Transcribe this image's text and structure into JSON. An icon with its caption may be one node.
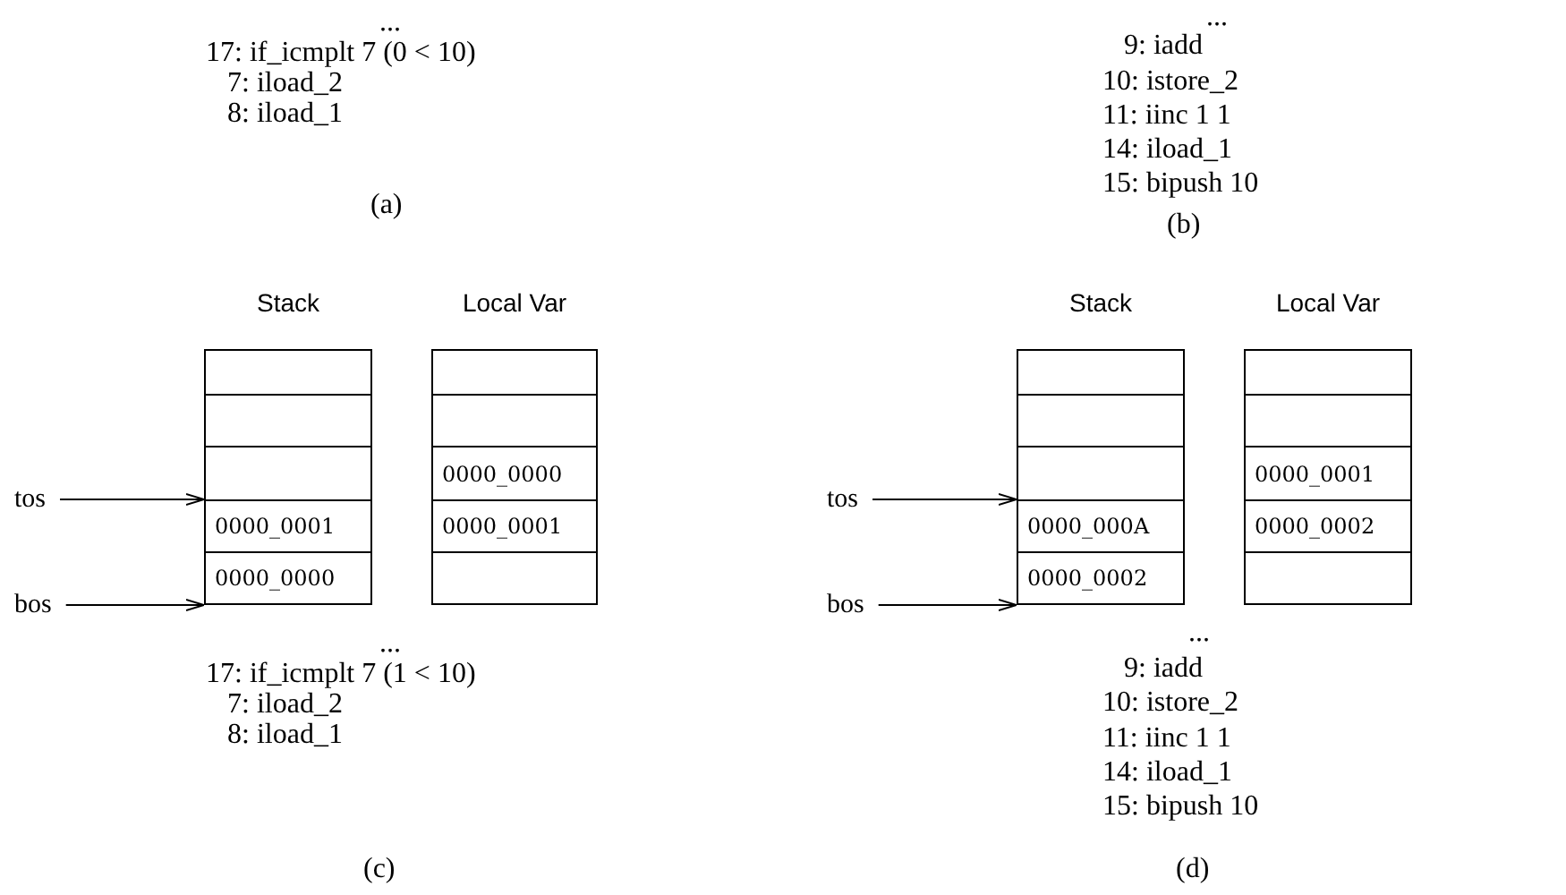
{
  "diagram": {
    "nodes": [
      {
        "text": [
          "Stack"
        ]
      },
      {
        "text": [],
        "shape": "box",
        "in": 0
      },
      {
        "text": [],
        "shape": "box",
        "in": 0
      },
      {
        "text": [],
        "shape": "box",
        "in": 0
      },
      {
        "text": [
          "0000_0001"
        ],
        "in": 0
      },
      {
        "text": [
          "0000_0000"
        ],
        "in": 0
      },
      {
        "text": [
          "Local Var"
        ]
      },
      {
        "text": [],
        "shape": "box",
        "in": 6
      },
      {
        "text": [],
        "shape": "box",
        "in": 6
      },
      {
        "text": [
          "0000_0000"
        ],
        "in": 6
      },
      {
        "text": [
          "0000_0001"
        ],
        "in": 6
      },
      {
        "text": [],
        "shape": "box",
        "in": 6
      },
      {
        "text": [
          "tos"
        ]
      },
      {
        "text": [
          "bos"
        ]
      },
      {
        "text": [
          "Stack"
        ]
      },
      {
        "text": [],
        "shape": "box",
        "in": 14
      },
      {
        "text": [],
        "shape": "box",
        "in": 14
      },
      {
        "text": [],
        "shape": "box",
        "in": 14
      },
      {
        "text": [
          "0000_000A"
        ],
        "in": 14
      },
      {
        "text": [
          "0000_0002"
        ],
        "in": 14
      },
      {
        "text": [
          "Local Var"
        ]
      },
      {
        "text": [],
        "shape": "box",
        "in": 20
      },
      {
        "text": [],
        "shape": "box",
        "in": 20
      },
      {
        "text": [
          "0000_0001"
        ],
        "in": 20
      },
      {
        "text": [
          "0000_0002"
        ],
        "in": 20
      },
      {
        "text": [],
        "shape": "box",
        "in": 20
      },
      {
        "text": [
          "tos"
        ]
      },
      {
        "text": [
          "bos"
        ]
      }
    ],
    "edges": [
      {
        "from": 12,
        "to": 0,
        "arrow": "to"
      },
      {
        "from": 13,
        "to": 0,
        "arrow": "to"
      },
      {
        "from": 26,
        "to": 14,
        "arrow": "to"
      },
      {
        "from": 27,
        "to": 14,
        "arrow": "to"
      }
    ],
    "labels": [
      "...",
      "17: if_icmplt 7 (0 < 10)",
      "7: iload_2",
      "8: iload_1",
      "(a)",
      "...",
      "9: iadd",
      "10: istore_2",
      "11: iinc 1 1",
      "14: iload_1",
      "15: bipush 10",
      "(b)",
      "...",
      "17: if_icmplt 7 (1 < 10)",
      "7: iload_2",
      "8: iload_1",
      "...",
      "9: iadd",
      "10: istore_2",
      "11: iinc 1 1",
      "14: iload_1",
      "15: bipush 10",
      "(c)",
      "(d)"
    ]
  }
}
